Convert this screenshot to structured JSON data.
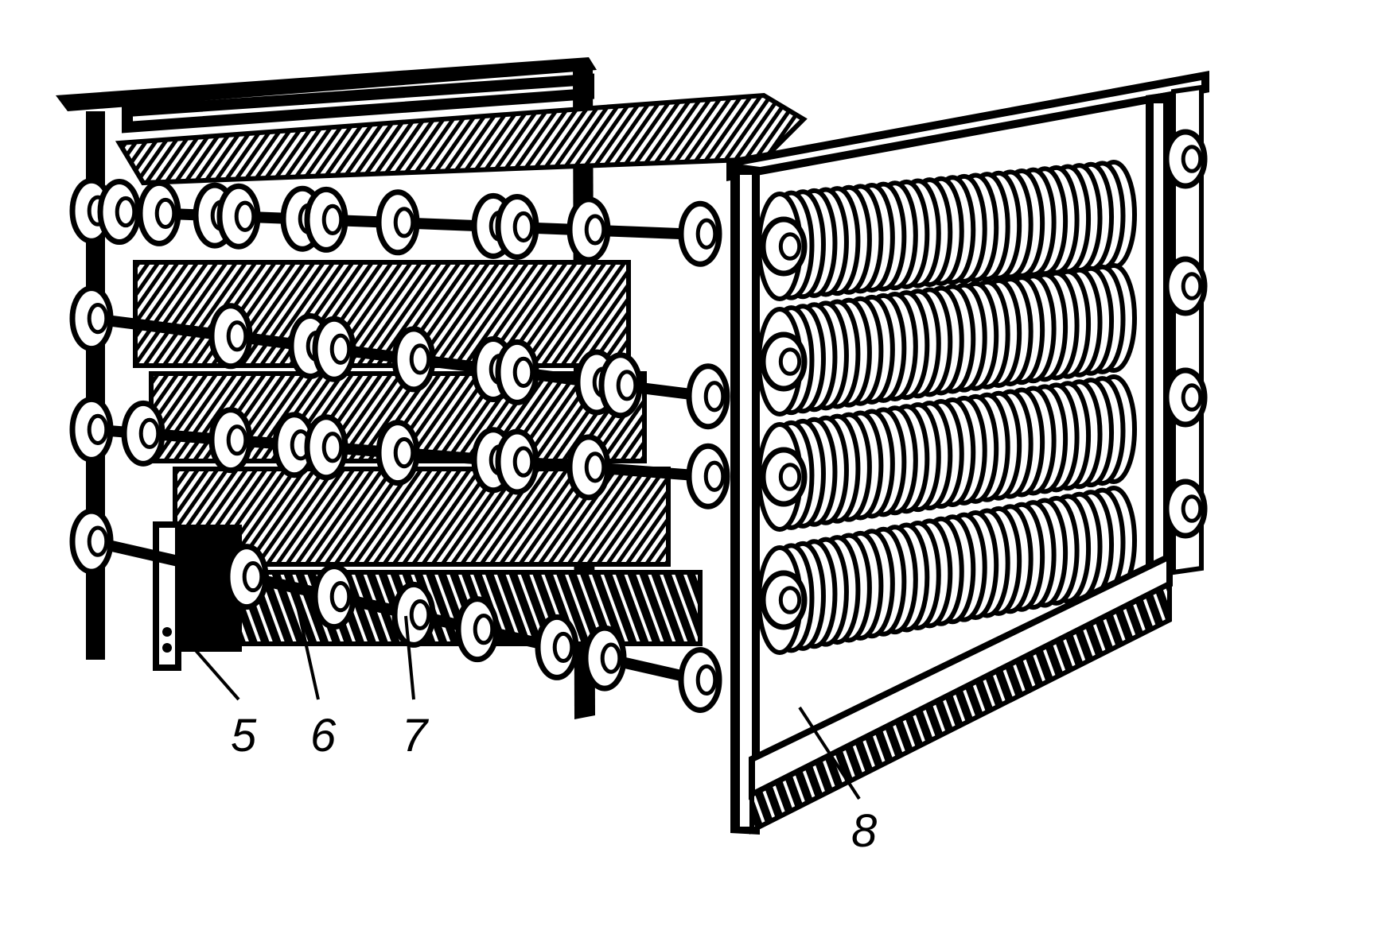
{
  "figure": {
    "labels": {
      "l5": "5",
      "l6": "6",
      "l7": "7",
      "l8": "8"
    },
    "colors": {
      "ink": "#000000",
      "paper": "#ffffff"
    }
  }
}
